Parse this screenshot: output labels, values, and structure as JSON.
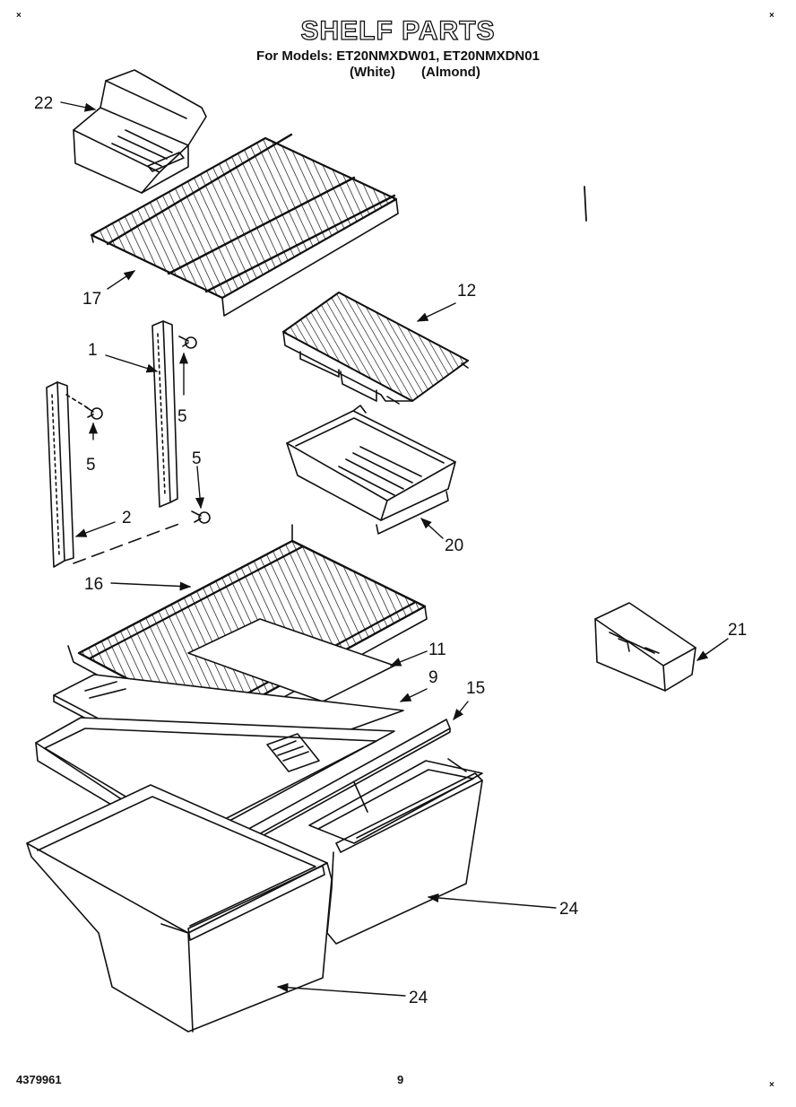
{
  "header": {
    "title": "SHELF PARTS",
    "models_line": "For Models: ET20NMXDW01, ET20NMXDN01",
    "variant_white": "(White)",
    "variant_almond": "(Almond)"
  },
  "footer": {
    "doc_number": "4379961",
    "page_number": "9"
  },
  "registration_mark": "×",
  "callouts": {
    "c22": "22",
    "c17": "17",
    "c12": "12",
    "c1": "1",
    "c5a": "5",
    "c5b": "5",
    "c5c": "5",
    "c2": "2",
    "c20": "20",
    "c16": "16",
    "c21": "21",
    "c11": "11",
    "c9": "9",
    "c15": "15",
    "c24a": "24",
    "c24b": "24"
  },
  "parts": [
    {
      "ref": "1",
      "icon": "shelf-support-rail"
    },
    {
      "ref": "2",
      "icon": "shelf-support-rail"
    },
    {
      "ref": "5",
      "icon": "screw"
    },
    {
      "ref": "9",
      "icon": "glass-panel"
    },
    {
      "ref": "11",
      "icon": "crisper-cover"
    },
    {
      "ref": "12",
      "icon": "wire-shelf-small"
    },
    {
      "ref": "15",
      "icon": "trim-strip"
    },
    {
      "ref": "16",
      "icon": "wire-shelf-large"
    },
    {
      "ref": "17",
      "icon": "wire-shelf-top"
    },
    {
      "ref": "20",
      "icon": "meat-pan"
    },
    {
      "ref": "21",
      "icon": "door-bin"
    },
    {
      "ref": "22",
      "icon": "storage-bin"
    },
    {
      "ref": "24",
      "icon": "crisper-drawer"
    }
  ]
}
